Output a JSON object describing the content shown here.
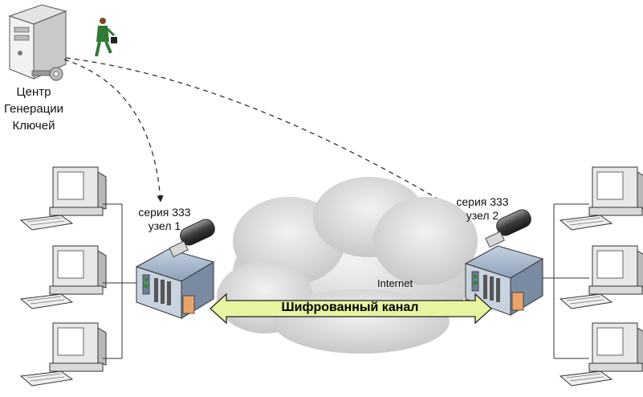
{
  "key_center": {
    "label_lines": [
      "Центр",
      "Генерации",
      "Ключей"
    ]
  },
  "node1": {
    "series": "серия 333",
    "name": "узел 1"
  },
  "node2": {
    "series": "серия 333",
    "name": "узел 2"
  },
  "cloud_label": "Internet",
  "channel_label": "Шифрованный канал",
  "colors": {
    "arrow_fill": "#e8f5a0",
    "cloud": "#d9d9d9",
    "server_body": "#8ea0b8",
    "line": "#222222"
  }
}
